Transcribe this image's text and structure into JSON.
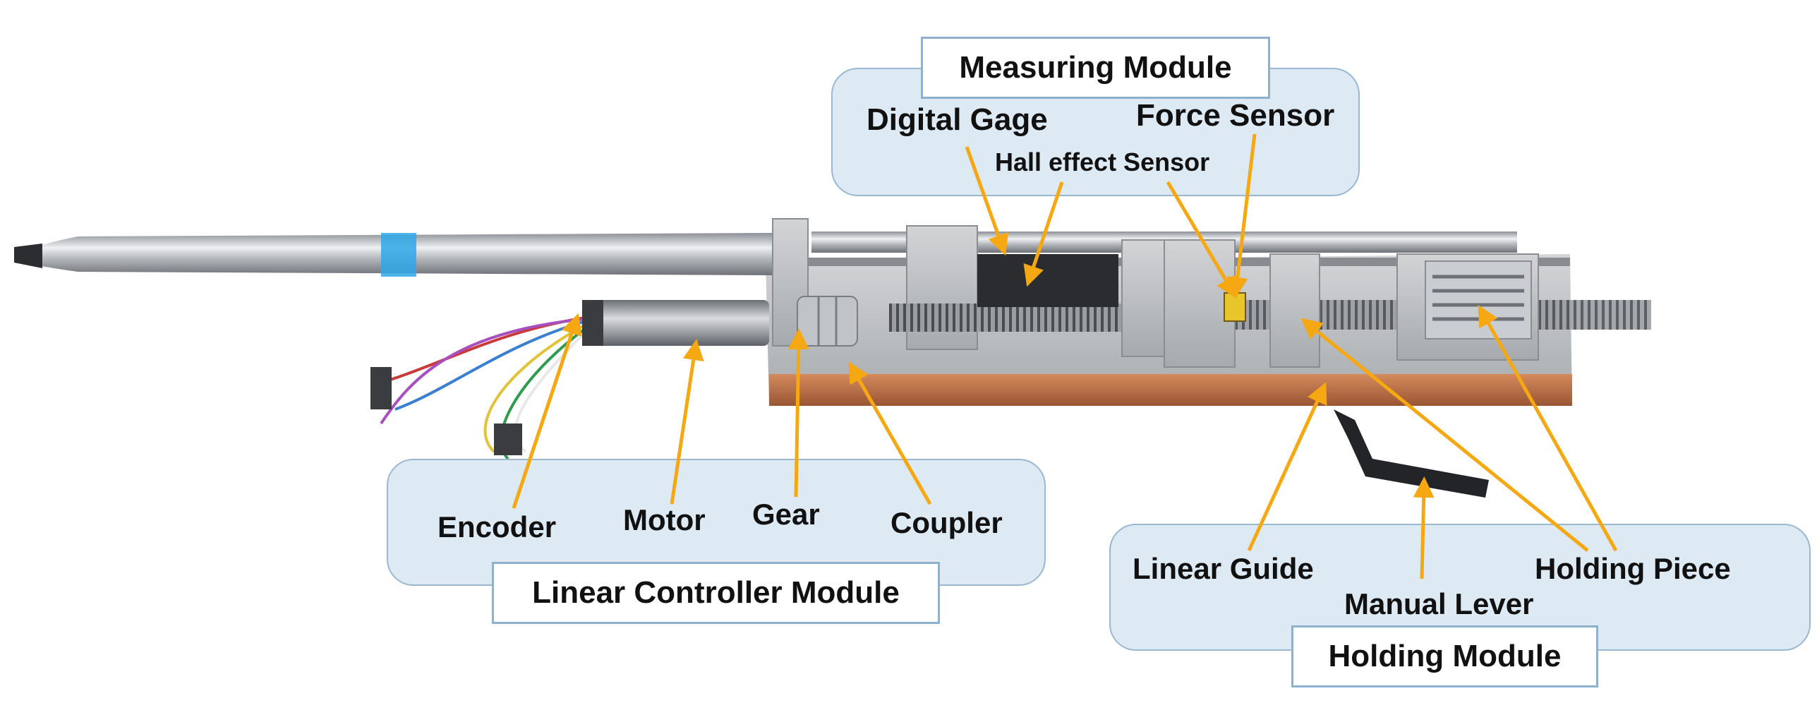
{
  "modules": {
    "measuring": {
      "title": "Measuring Module",
      "labels": {
        "digital_gage": "Digital Gage",
        "force_sensor": "Force Sensor",
        "hall_sensor": "Hall effect Sensor"
      }
    },
    "linear_controller": {
      "title": "Linear Controller Module",
      "labels": {
        "encoder": "Encoder",
        "motor": "Motor",
        "gear": "Gear",
        "coupler": "Coupler"
      }
    },
    "holding": {
      "title": "Holding Module",
      "labels": {
        "linear_guide": "Linear Guide",
        "manual_lever": "Manual Lever",
        "holding_piece": "Holding Piece"
      }
    }
  },
  "colors": {
    "arrow": "#f5a811",
    "panel_fill": "#dde9f3",
    "panel_border": "#9bb8d0",
    "metal": "#b9bcc1",
    "copper": "#c8794a"
  }
}
